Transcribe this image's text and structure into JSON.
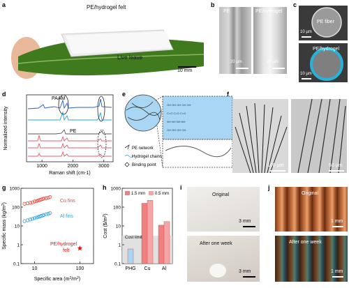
{
  "panels": {
    "a": {
      "label": "a",
      "title": "PE/hydrogel felt",
      "sub": "Live leave",
      "scale": "10 mm"
    },
    "b": {
      "label": "b",
      "left": "PE",
      "right": "PE/hydrogel",
      "scale_left": "20 µm",
      "scale_right": "20 µm"
    },
    "c": {
      "label": "c",
      "top": "PE fiber",
      "bottom": "PE/hydrogel",
      "scale_top": "10 µm",
      "scale_bottom": "10 µm"
    },
    "d": {
      "label": "d",
      "paam": "PAAM",
      "pe": "PE",
      "ylabel": "Normalized intensity",
      "xlabel": "Raman shift (cm-1)"
    },
    "e": {
      "label": "e",
      "legend": [
        "PE network",
        "Hydrogel chains",
        "Binding point"
      ]
    },
    "f": {
      "label": "f",
      "scale_left": "100 µm",
      "scale_right": "50 µm"
    },
    "g": {
      "label": "g",
      "cu": "Cu fins",
      "al": "Al fins",
      "star": "PE/hydrogel",
      "star2": "felt"
    },
    "h": {
      "label": "h",
      "legend": [
        "1.5 mm",
        "0.5 mm"
      ],
      "limit": "Cost limit"
    },
    "i": {
      "label": "i",
      "top": "Original",
      "bottom": "After one week",
      "scale_top": "3 mm",
      "scale_bottom": "3 mm"
    },
    "j": {
      "label": "j",
      "top": "Original",
      "bottom": "After one week",
      "scale_top": "1 mm",
      "scale_bottom": "1 mm"
    }
  },
  "chart_data": [
    {
      "type": "line",
      "panel": "d",
      "xlabel": "Raman shift (cm-1)",
      "ylabel": "Normalized intensity",
      "xticks": [
        1000,
        2000,
        3000
      ],
      "xlim": [
        500,
        3300
      ],
      "series": [
        {
          "name": "PAAM",
          "color": "#1f5fd1"
        },
        {
          "color": "#2aa0e0"
        },
        {
          "name": "PE",
          "color": "#555555"
        },
        {
          "color": "#e35d6a"
        },
        {
          "color": "#e35d6a"
        },
        {
          "color": "#e35d6a"
        }
      ]
    },
    {
      "type": "scatter",
      "panel": "g",
      "xlabel": "Specific area (m²/m²)",
      "ylabel": "Specific mass (kg/m²)",
      "xscale": "log",
      "yscale": "log",
      "xlim": [
        5,
        200
      ],
      "ylim": [
        0.1,
        1000
      ],
      "xticks": [
        10,
        100
      ],
      "yticks": [
        0.1,
        1,
        10,
        100,
        1000
      ],
      "series": [
        {
          "name": "Cu fins",
          "color": "#e8473c",
          "points": [
            [
              6,
              150
            ],
            [
              7,
              160
            ],
            [
              8,
              170
            ],
            [
              9,
              180
            ],
            [
              10,
              200
            ],
            [
              11,
              210
            ],
            [
              12,
              225
            ],
            [
              13,
              240
            ],
            [
              14,
              255
            ],
            [
              15,
              270
            ],
            [
              16,
              285
            ],
            [
              18,
              300
            ],
            [
              20,
              320
            ],
            [
              22,
              340
            ]
          ]
        },
        {
          "name": "Al fins",
          "color": "#2a9fd8",
          "points": [
            [
              6,
              18
            ],
            [
              7,
              20
            ],
            [
              8,
              22
            ],
            [
              9,
              24
            ],
            [
              10,
              26
            ],
            [
              11,
              28
            ],
            [
              12,
              30
            ],
            [
              13,
              32
            ],
            [
              14,
              34
            ],
            [
              15,
              36
            ],
            [
              16,
              38
            ],
            [
              18,
              42
            ],
            [
              20,
              45
            ],
            [
              22,
              48
            ]
          ]
        },
        {
          "name": "PE/hydrogel felt",
          "color": "#e8161c",
          "points": [
            [
              100,
              0.65
            ]
          ]
        }
      ]
    },
    {
      "type": "bar",
      "panel": "h",
      "ylabel": "Cost ($/m²)",
      "yscale": "log",
      "ylim": [
        0.1,
        1000
      ],
      "yticks": [
        0.1,
        1,
        10,
        100,
        1000
      ],
      "categories": [
        "PHG",
        "Cu",
        "Al"
      ],
      "series": [
        {
          "name": "1.5 mm",
          "color": "#f08080",
          "values": [
            null,
            160,
            11
          ]
        },
        {
          "name": "0.5 mm",
          "color": "#f4a6a6",
          "values": [
            null,
            230,
            17
          ]
        },
        {
          "name": "PHG",
          "color": "#a8d5f0",
          "values": [
            0.6,
            null,
            null
          ]
        }
      ],
      "cost_limit": 3
    }
  ]
}
